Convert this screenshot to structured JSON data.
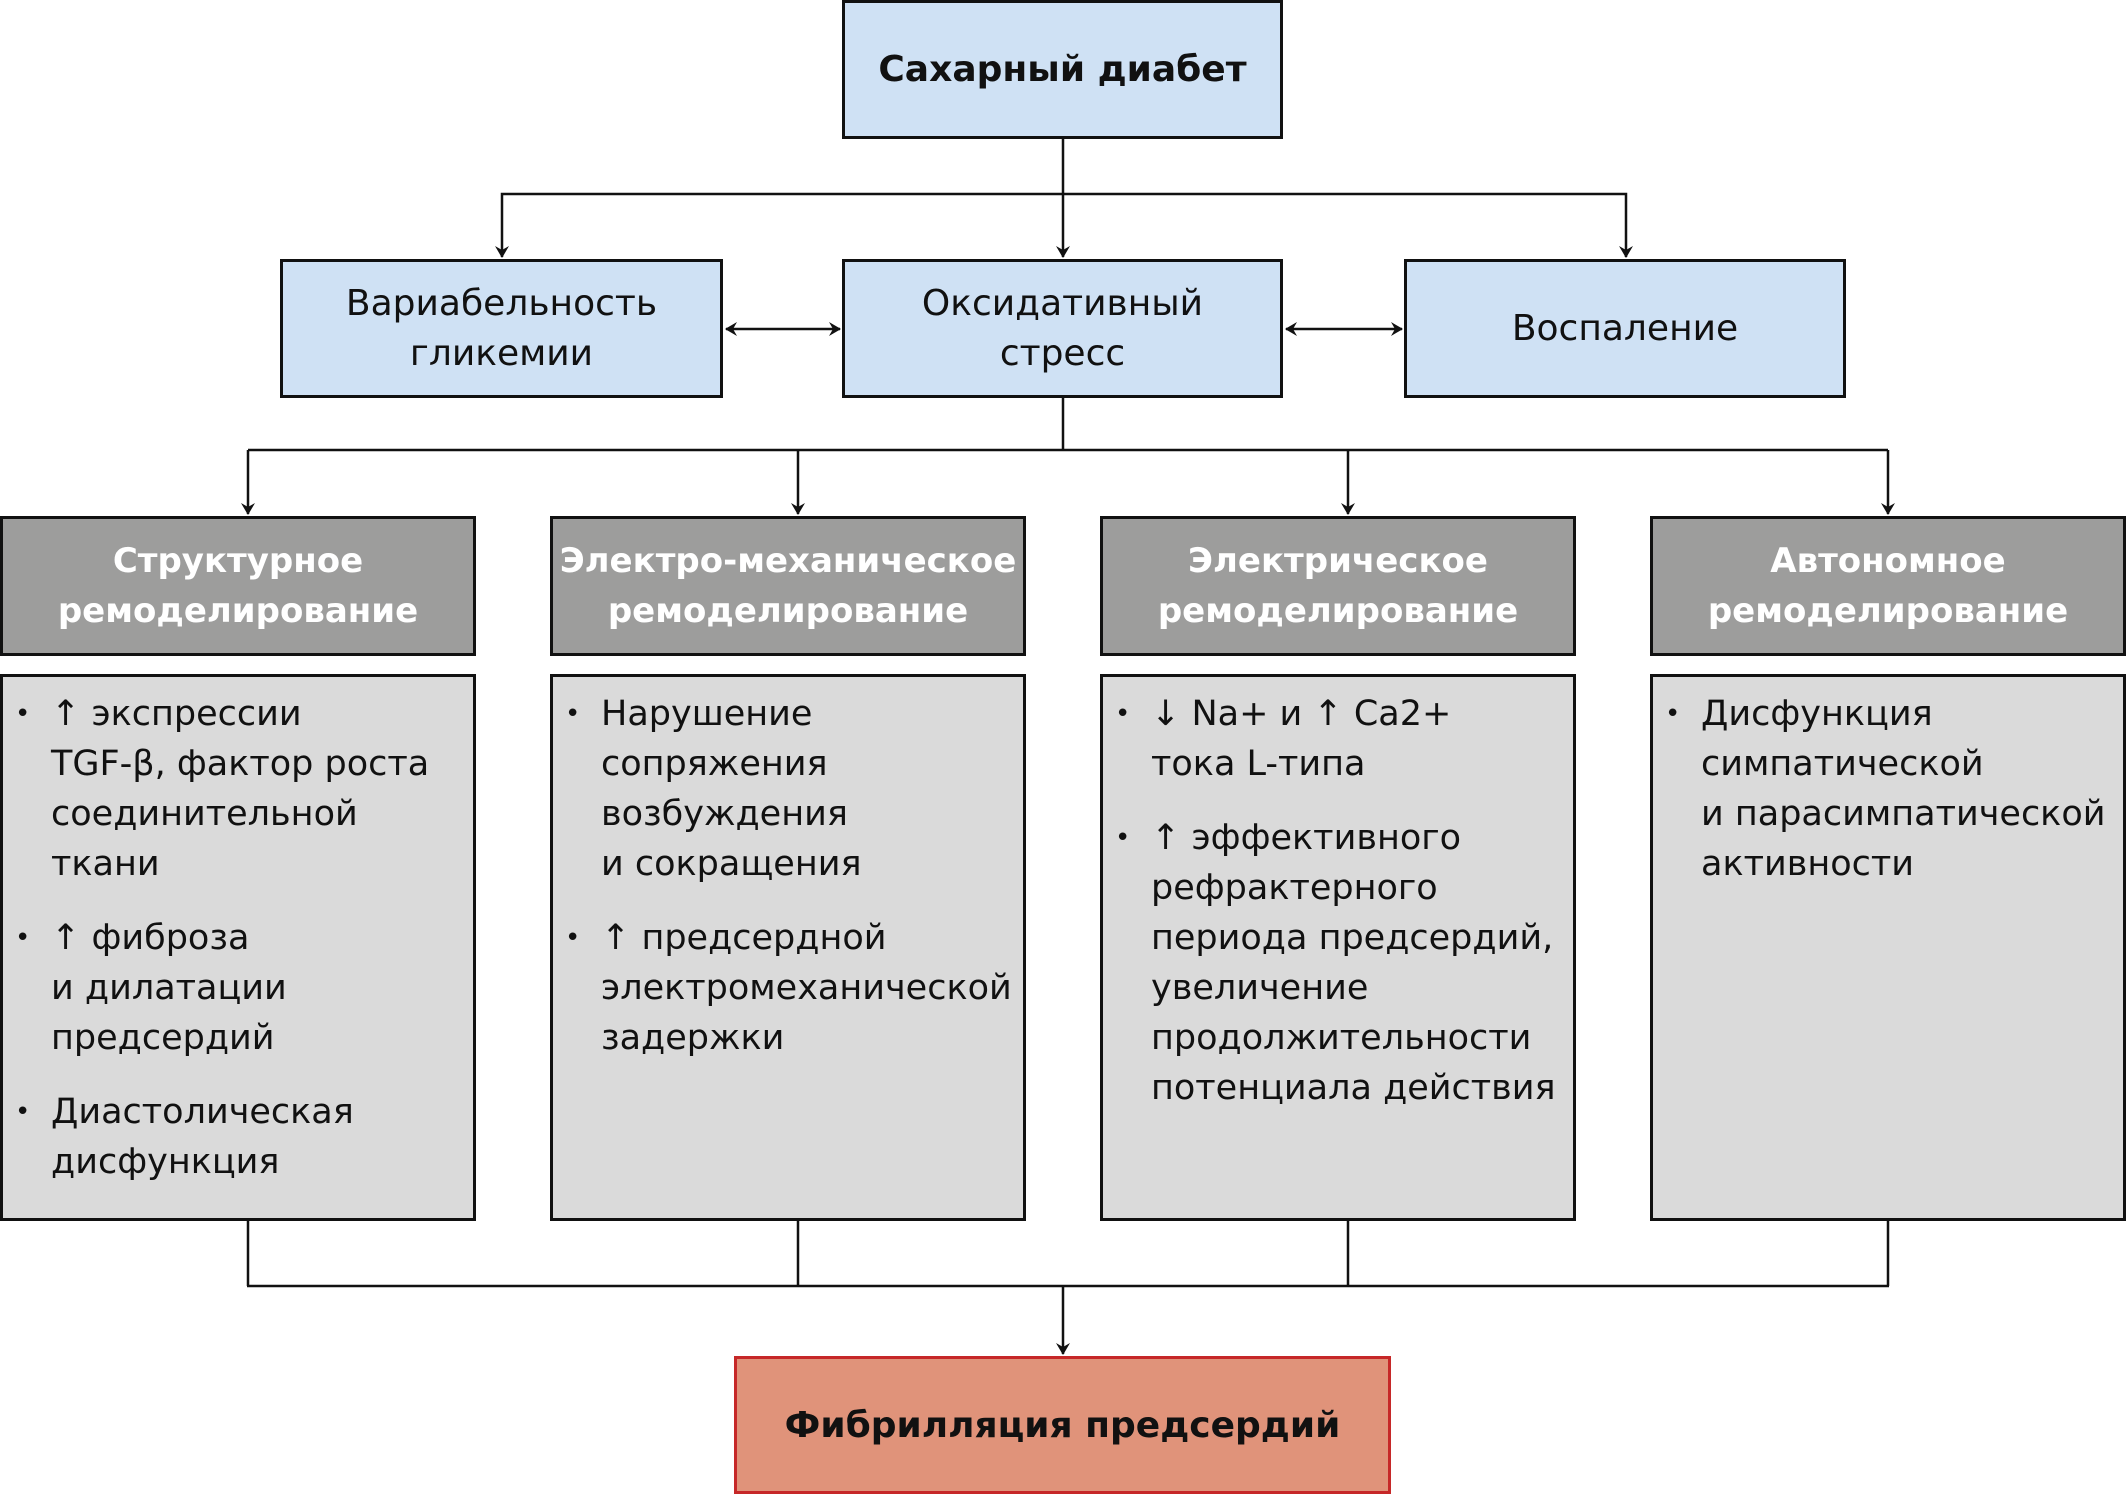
{
  "diagram": {
    "root": {
      "label": "Сахарный диабет"
    },
    "factors": [
      {
        "id": "glycemic",
        "label": "Вариабельность\nгликемии"
      },
      {
        "id": "oxidative",
        "label": "Оксидативный\nстресс"
      },
      {
        "id": "inflammation",
        "label": "Воспаление"
      }
    ],
    "columns": [
      {
        "id": "structural",
        "title": "Структурное\nремоделирование",
        "items": [
          "↑ экспрессии\nTGF-β, фактор роста\nсоединительной\nткани",
          "↑ фиброза\nи дилатации\nпредсердий",
          "Диастолическая\nдисфункция"
        ]
      },
      {
        "id": "electromechanical",
        "title": "Электро-механическое\nремоделирование",
        "items": [
          "Нарушение\nсопряжения\nвозбуждения\nи сокращения",
          "↑ предсердной\nэлектромеханической\nзадержки"
        ]
      },
      {
        "id": "electrical",
        "title": "Электрическое\nремоделирование",
        "items": [
          "↓ Na+ и ↑ Ca2+\nтока L-типа",
          "↑ эффективного\nрефрактерного\nпериода предсердий,\nувеличение\nпродолжительности\nпотенциала действия"
        ]
      },
      {
        "id": "autonomic",
        "title": "Автономное\nремоделирование",
        "items": [
          "Дисфункция\nсимпатической\nи парасимпатической\nактивности"
        ]
      }
    ],
    "outcome": {
      "label": "Фибрилляция предсердий"
    },
    "colors": {
      "factor_fill": "#cfe1f4",
      "column_header_fill": "#9d9d9c",
      "column_body_fill": "#dadada",
      "outcome_fill": "#e0937a",
      "outcome_border": "#c62828"
    }
  }
}
